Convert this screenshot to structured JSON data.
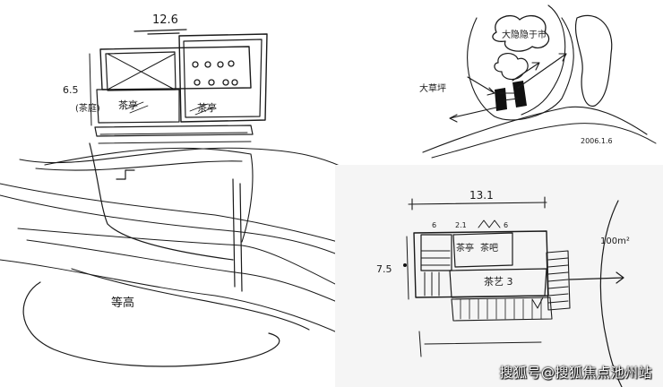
{
  "sketch_left": {
    "dim_top": "12.6",
    "dim_left": "6.5",
    "label_left_room": "(茶庭)",
    "label_center_room": "茶亭",
    "label_right_room": "茶亭",
    "label_bottom": "等高"
  },
  "sketch_top_right": {
    "label_top": "大隐隐于市",
    "label_left": "大草坪",
    "date": "2006.1.6"
  },
  "sketch_bottom_right": {
    "dim_top": "13.1",
    "dim_left": "7.5",
    "dim_small_1": "6",
    "dim_small_2": "2.1",
    "dim_small_3": "6",
    "label_room_1": "茶亭",
    "label_room_2": "茶吧",
    "label_room_3": "茶艺 3",
    "label_right": "100m²"
  },
  "watermark": "搜狐号@搜狐焦点池州站"
}
